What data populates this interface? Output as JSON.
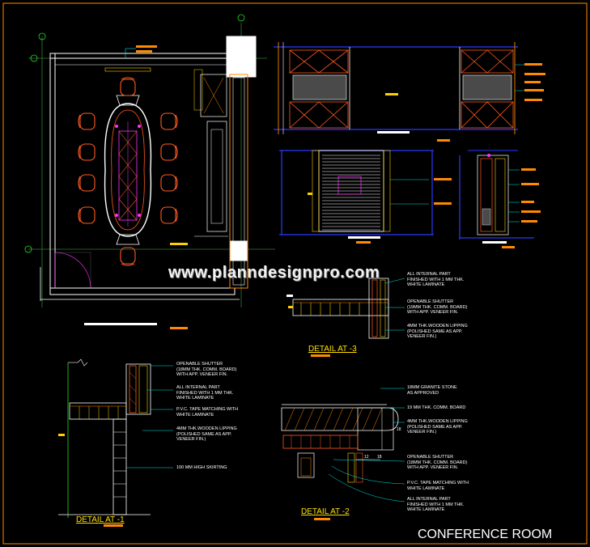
{
  "title": "CONFERENCE ROOM",
  "watermark": "www.planndesignpro.com",
  "colors": {
    "background": "#000000",
    "frame": "#ff8a00",
    "wall": "#ffffff",
    "furniture": "#ff5a1f",
    "accent_magenta": "#ff33ff",
    "elevation_blue": "#2a3bff",
    "leader_cyan": "#00e5e5",
    "leader_green": "#22dd22",
    "annotation_yellow": "#ffd000",
    "gridline": "#2e7d32"
  },
  "details": {
    "d1": {
      "title": "DETAIL AT -1",
      "labels": [
        "OPENABLE SHUTTER\n(18MM THK. COMM. BOARD)\nWITH APP. VENEER FIN.",
        "ALL INTERNAL PART\nFINISHED WITH 1 MM THK.\nWHITE LAMINATE",
        "P.V.C. TAPE MATCHING WITH\nWHITE LAMINATE",
        "4MM THK.WOODEN LIPPING\n(POLISHED SAME AS APP.\nVENEER FIN.)",
        "100 MM HIGH SKIRTING"
      ]
    },
    "d2": {
      "title": "DETAIL AT -2",
      "labels": [
        "18MM GRANITE STONE\nAS APPROVED",
        "19 MM THK. COMM. BOARD",
        "4MM THK.WOODEN LIPPING\n(POLISHED SAME AS APP.\nVENEER FIN.)",
        "OPENABLE SHUTTER\n(18MM THK. COMM. BOARD)\nWITH APP. VENEER FIN.",
        "P.V.C. TAPE MATCHING WITH\nWHITE LAMINATE",
        "ALL INTERNAL PART\nFINISHED WITH 1 MM THK.\nWHITE LAMINATE"
      ],
      "dims": [
        "12",
        "18",
        "18"
      ]
    },
    "d3": {
      "title": "DETAIL AT -3",
      "labels": [
        "ALL INTERNAL PART\nFINISHED WITH 1 MM THK.\nWHITE LAMINATE",
        "OPENABLE SHUTTER\n(19MM THK. COMM. BOARD)\nWITH APP. VENEER FIN.",
        "4MM THK.WOODEN LIPPING\n(POLISHED SAME AS APP.\nVENEER FIN.)"
      ]
    }
  }
}
